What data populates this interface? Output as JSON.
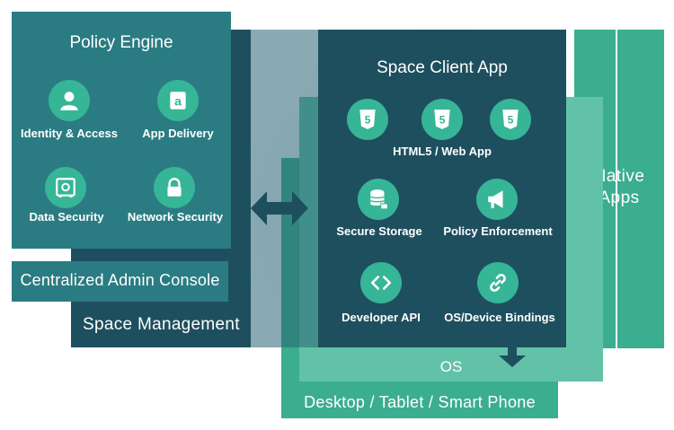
{
  "colors": {
    "dark_teal": "#1e4f5e",
    "mid_teal": "#2a7c82",
    "green": "#3aae8e",
    "light_green": "#62c2a8",
    "icon_green": "#37b597"
  },
  "policy_engine": {
    "title": "Policy Engine",
    "items": [
      {
        "label": "Identity & Access",
        "icon": "user-icon"
      },
      {
        "label": "App Delivery",
        "icon": "app-a-icon"
      },
      {
        "label": "Data Security",
        "icon": "safe-icon"
      },
      {
        "label": "Network Security",
        "icon": "lock-icon"
      }
    ]
  },
  "admin_console": {
    "label": "Centralized Admin Console"
  },
  "space_management": {
    "label": "Space Management"
  },
  "space_client": {
    "title": "Space Client App",
    "html5_label": "HTML5 / Web App",
    "items": [
      {
        "label": "Secure Storage",
        "icon": "database-lock-icon"
      },
      {
        "label": "Policy Enforcement",
        "icon": "megaphone-icon"
      },
      {
        "label": "Developer API",
        "icon": "code-icon"
      },
      {
        "label": "OS/Device Bindings",
        "icon": "link-icon"
      }
    ]
  },
  "native_apps": {
    "line1": "Native",
    "line2": "Apps"
  },
  "os": {
    "label": "OS"
  },
  "devices": {
    "label": "Desktop / Tablet / Smart Phone"
  }
}
